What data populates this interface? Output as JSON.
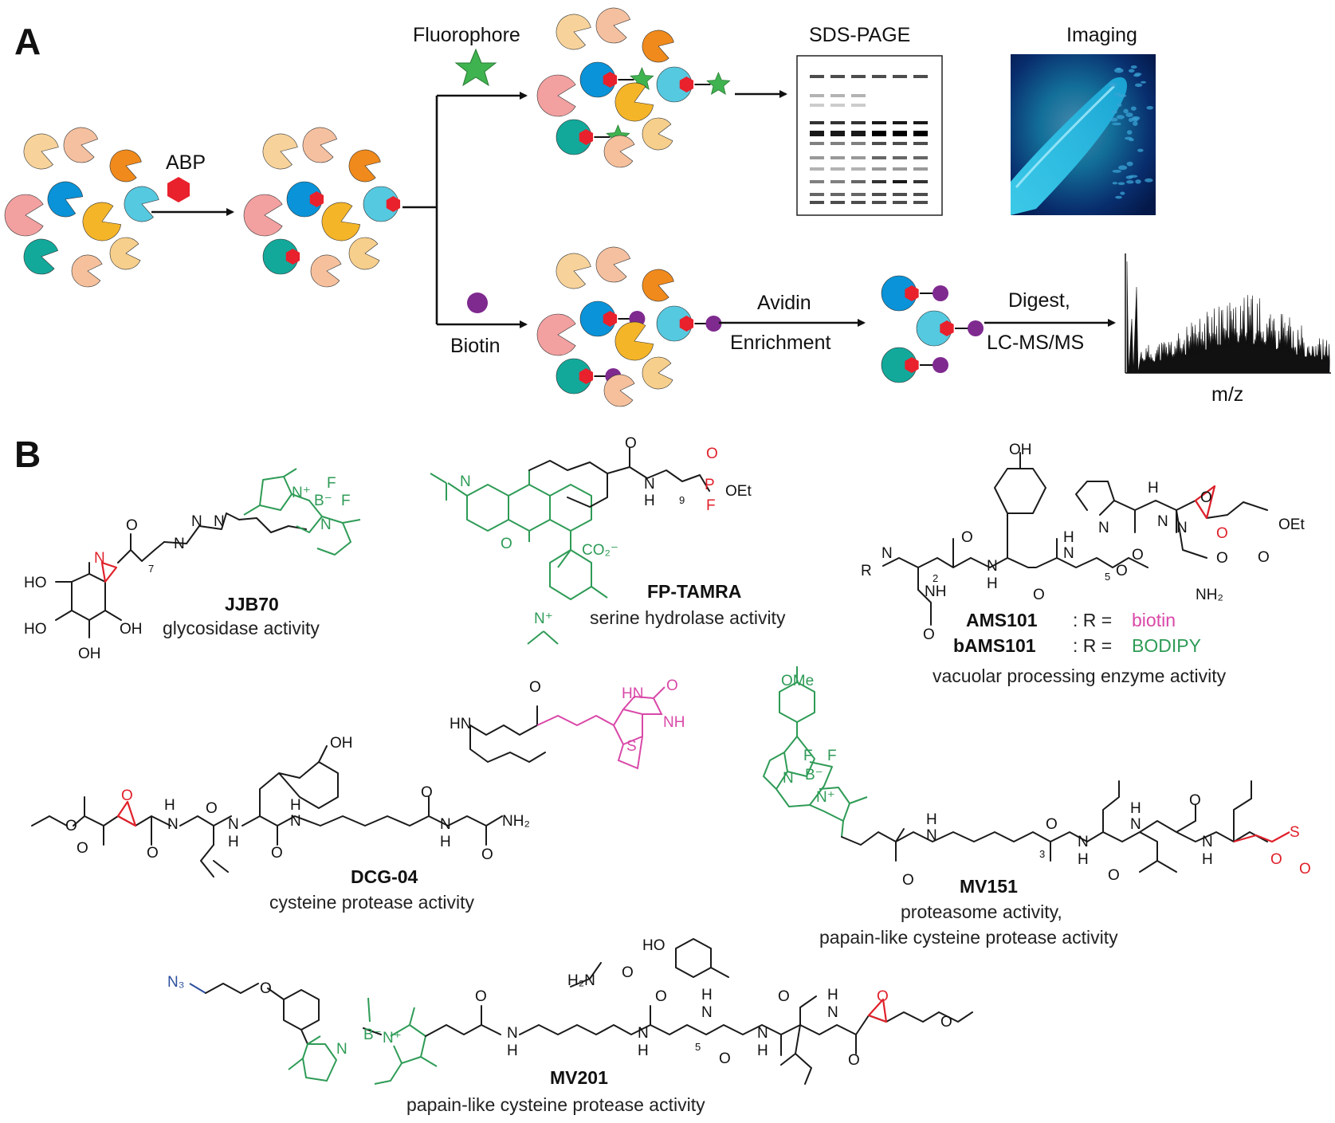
{
  "panel_a": {
    "label": "A",
    "abp": "ABP",
    "fluorophore": "Fluorophore",
    "biotin": "Biotin",
    "sds_page": "SDS-PAGE",
    "imaging": "Imaging",
    "avidin": "Avidin",
    "enrichment": "Enrichment",
    "digest": "Digest,",
    "lcms": "LC-MS/MS",
    "mz": "m/z"
  },
  "panel_b": {
    "label": "B",
    "probes": [
      {
        "name": "JJB70",
        "activity": "glycosidase activity"
      },
      {
        "name": "FP-TAMRA",
        "activity": "serine hydrolase activity"
      },
      {
        "name": "AMS101",
        "r_prefix": ": R = ",
        "r_value": "biotin"
      },
      {
        "name": "bAMS101",
        "r_prefix": ": R = ",
        "r_value": "BODIPY",
        "activity": "vacuolar processing enzyme activity"
      },
      {
        "name": "DCG-04",
        "activity": "cysteine protease activity"
      },
      {
        "name": "MV151",
        "activity": "proteasome activity,",
        "activity2": "papain-like cysteine protease activity"
      },
      {
        "name": "MV201",
        "activity": "papain-like cysteine protease activity"
      }
    ],
    "atoms": {
      "F": "F",
      "N": "N",
      "Nplus": "N⁺",
      "Bminus": "B⁻",
      "O": "O",
      "OH": "OH",
      "HO": "HO",
      "H": "H",
      "HN": "HN",
      "NH": "NH",
      "P": "P",
      "OEt": "OEt",
      "CO2": "CO₂⁻",
      "NH2": "NH₂",
      "H2N": "H₂N",
      "S": "S",
      "OMe": "OMe",
      "N3": "N₃",
      "R": "R",
      "n7": "7",
      "n9": "9",
      "n2": "2",
      "n5": "5",
      "n3": "3"
    }
  },
  "colors": {
    "fluorophore": "#3fb34f",
    "abp": "#e8212c",
    "biotin": "#7e2a8f",
    "bodipy_green": "#2e9b56",
    "biotin_pink": "#d948a8",
    "warhead_red": "#e0202a",
    "azide_blue": "#2d4f9e",
    "imaging_cyan": "#1fb7d9"
  }
}
